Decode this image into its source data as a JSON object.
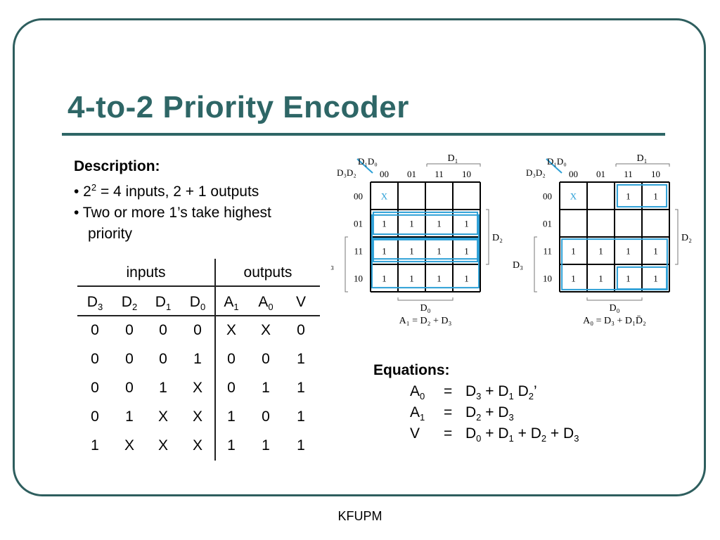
{
  "slide": {
    "title": "4-to-2 Priority Encoder",
    "footer": "KFUPM"
  },
  "description": {
    "heading": "Description:",
    "bullet1_pre": "• 2",
    "bullet1_sup": "2",
    "bullet1_post": " = 4 inputs, 2 + 1 outputs",
    "bullet2_line1": "• Two or more 1’s take highest",
    "bullet2_line2": "priority"
  },
  "truth_table": {
    "inputs_header": "inputs",
    "outputs_header": "outputs",
    "columns": [
      {
        "base": "D",
        "sub": "3"
      },
      {
        "base": "D",
        "sub": "2"
      },
      {
        "base": "D",
        "sub": "1"
      },
      {
        "base": "D",
        "sub": "0"
      },
      {
        "base": "A",
        "sub": "1"
      },
      {
        "base": "A",
        "sub": "0"
      },
      {
        "base": "V",
        "sub": ""
      }
    ],
    "rows": [
      [
        "0",
        "0",
        "0",
        "0",
        "X",
        "X",
        "0"
      ],
      [
        "0",
        "0",
        "0",
        "1",
        "0",
        "0",
        "1"
      ],
      [
        "0",
        "0",
        "1",
        "X",
        "0",
        "1",
        "1"
      ],
      [
        "0",
        "1",
        "X",
        "X",
        "1",
        "0",
        "1"
      ],
      [
        "1",
        "X",
        "X",
        "X",
        "1",
        "1",
        "1"
      ]
    ]
  },
  "kmaps": {
    "col_codes": [
      "00",
      "01",
      "11",
      "10"
    ],
    "row_codes": [
      "00",
      "01",
      "11",
      "10"
    ],
    "maps": [
      {
        "id": "A1",
        "cells": [
          [
            "X",
            "",
            "",
            ""
          ],
          [
            "1",
            "1",
            "1",
            "1"
          ],
          [
            "1",
            "1",
            "1",
            "1"
          ],
          [
            "1",
            "1",
            "1",
            "1"
          ]
        ],
        "equation": "A₁ = D₂ + D₃"
      },
      {
        "id": "A0",
        "cells": [
          [
            "X",
            "",
            "1",
            "1"
          ],
          [
            "",
            "",
            "",
            ""
          ],
          [
            "1",
            "1",
            "1",
            "1"
          ],
          [
            "1",
            "1",
            "1",
            "1"
          ]
        ],
        "equation": "A₀ = D₃ + D₁D̄₂"
      }
    ],
    "labels": {
      "corner_top": "D₁D₀",
      "corner_left": "D₃D₂",
      "col_var": "D₁",
      "row_var_right": "D₂",
      "row_var_left": "D₃",
      "bottom_var": "D₀"
    },
    "colors": {
      "cell_x": "#2b9fd6",
      "group": "#2b9fd6",
      "grid": "#000000"
    }
  },
  "equations": {
    "heading": "Equations:",
    "rows": [
      {
        "lhs": "A",
        "lhs_sub": "0",
        "op": "=",
        "terms": [
          [
            "D",
            "3",
            " + "
          ],
          [
            "D",
            "1",
            " "
          ],
          [
            "D",
            "2",
            "’"
          ]
        ]
      },
      {
        "lhs": "A",
        "lhs_sub": "1",
        "op": "=",
        "terms": [
          [
            "D",
            "2",
            " + "
          ],
          [
            "D",
            "3",
            ""
          ]
        ]
      },
      {
        "lhs": "V",
        "lhs_sub": "",
        "op": "=",
        "terms": [
          [
            "D",
            "0",
            " + "
          ],
          [
            "D",
            "1",
            " + "
          ],
          [
            "D",
            "2",
            " + "
          ],
          [
            "D",
            "3",
            ""
          ]
        ]
      }
    ]
  },
  "theme": {
    "title_color": "#2e6666",
    "frame_color": "#2e5e5e"
  }
}
